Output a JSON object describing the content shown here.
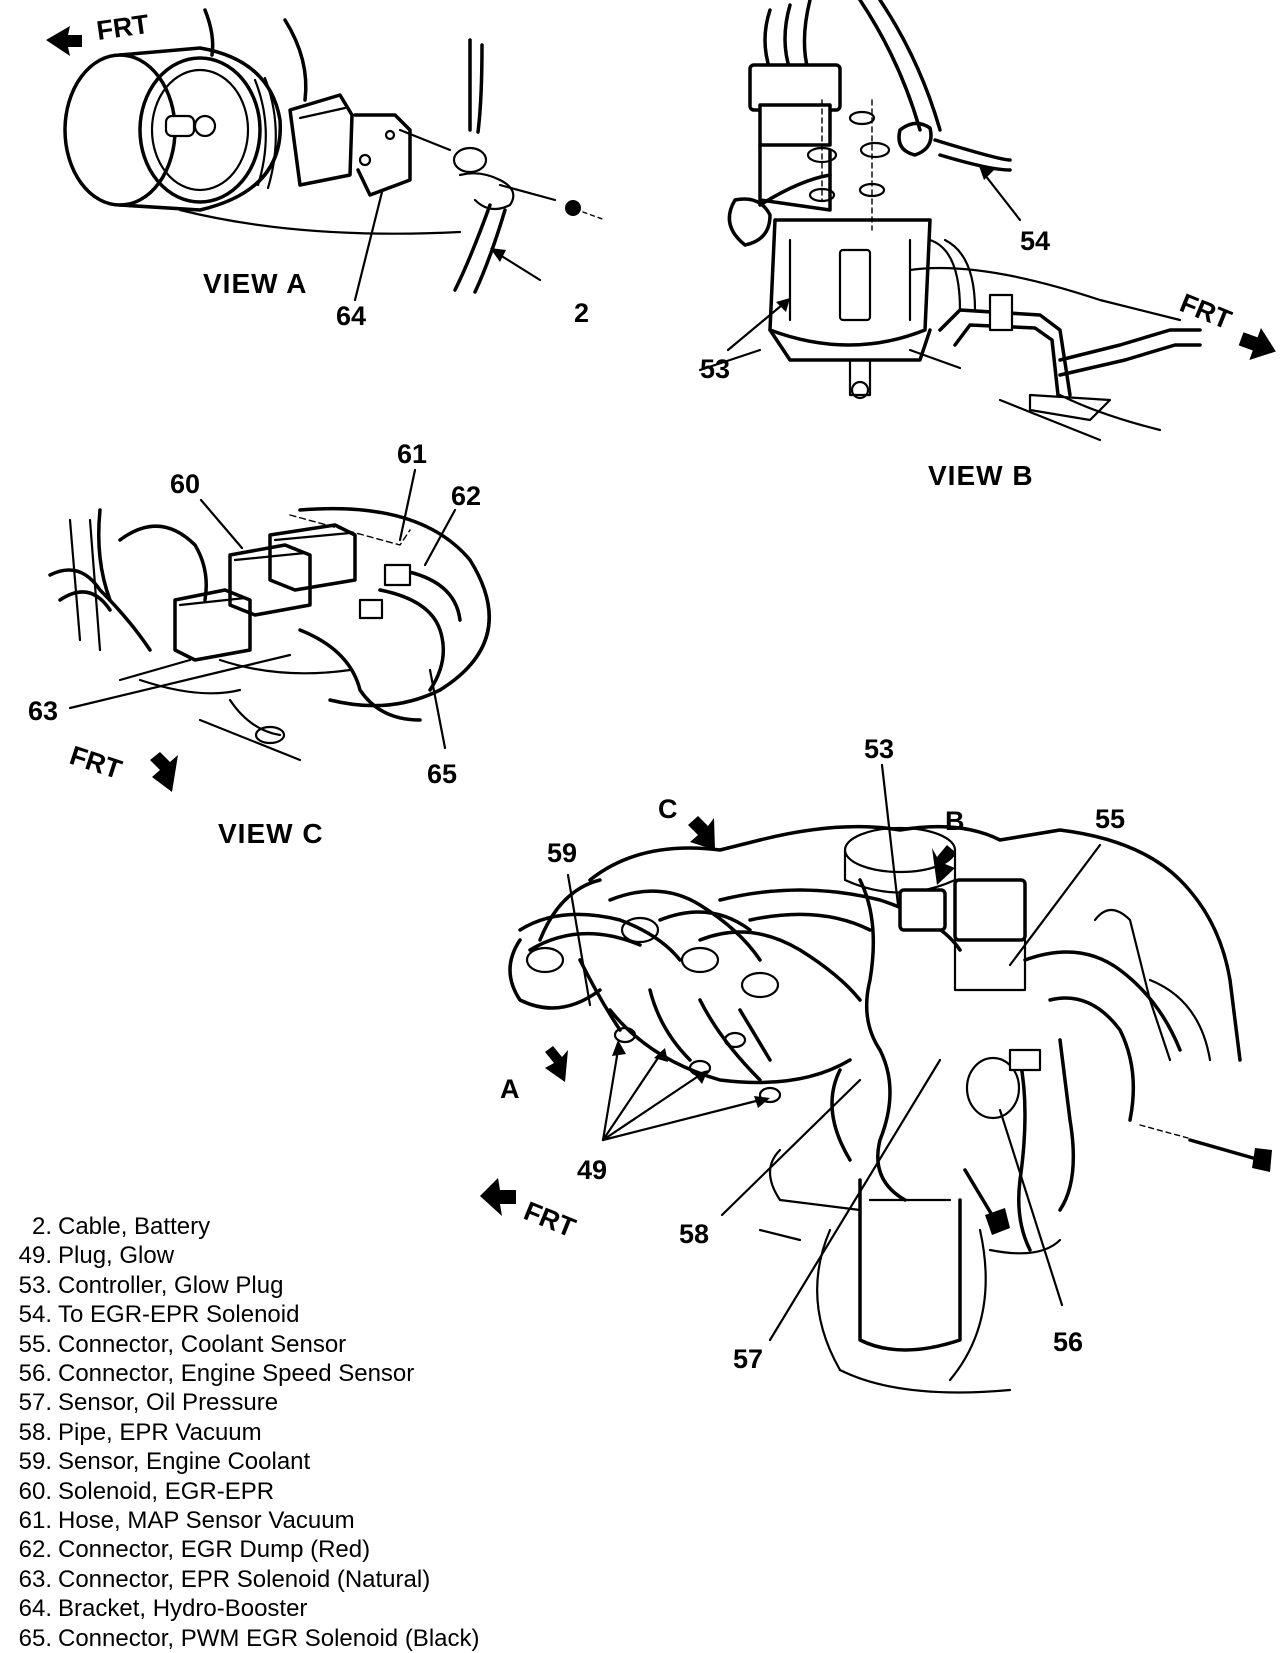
{
  "views": {
    "a": "VIEW A",
    "b": "VIEW B",
    "c": "VIEW C"
  },
  "frt": "FRT",
  "view_letters": [
    "A",
    "B",
    "C"
  ],
  "callouts": {
    "view_a": [
      "64",
      "2"
    ],
    "view_b": [
      "54",
      "53"
    ],
    "view_c": [
      "60",
      "61",
      "62",
      "63",
      "65"
    ],
    "main": [
      "53",
      "55",
      "59",
      "49",
      "58",
      "57",
      "56"
    ]
  },
  "legend": [
    {
      "num": "2.",
      "text": "Cable, Battery"
    },
    {
      "num": "49.",
      "text": "Plug, Glow"
    },
    {
      "num": "53.",
      "text": "Controller, Glow Plug"
    },
    {
      "num": "54.",
      "text": "To EGR-EPR Solenoid"
    },
    {
      "num": "55.",
      "text": "Connector, Coolant Sensor"
    },
    {
      "num": "56.",
      "text": "Connector, Engine Speed Sensor"
    },
    {
      "num": "57.",
      "text": "Sensor, Oil Pressure"
    },
    {
      "num": "58.",
      "text": "Pipe, EPR Vacuum"
    },
    {
      "num": "59.",
      "text": "Sensor, Engine Coolant"
    },
    {
      "num": "60.",
      "text": "Solenoid, EGR-EPR"
    },
    {
      "num": "61.",
      "text": "Hose, MAP Sensor Vacuum"
    },
    {
      "num": "62.",
      "text": "Connector, EGR Dump (Red)"
    },
    {
      "num": "63.",
      "text": "Connector, EPR Solenoid (Natural)"
    },
    {
      "num": "64.",
      "text": "Bracket, Hydro-Booster"
    },
    {
      "num": "65.",
      "text": "Connector, PWM EGR Solenoid (Black)"
    }
  ]
}
